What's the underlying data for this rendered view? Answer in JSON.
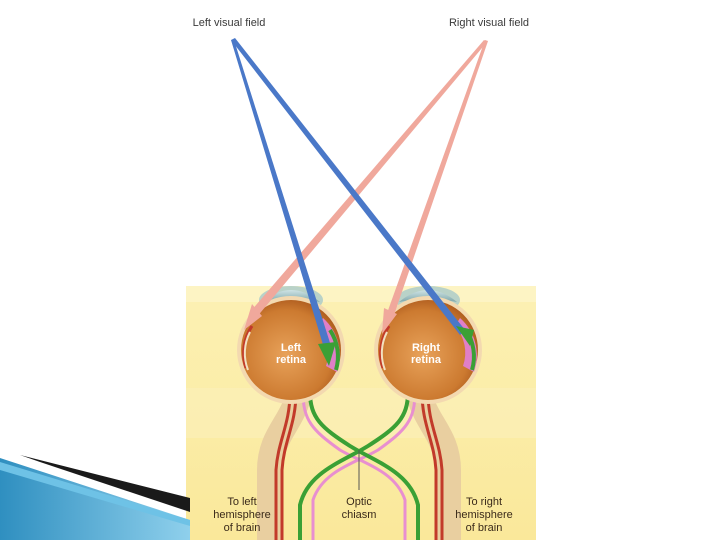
{
  "diagram": {
    "labels": {
      "left_visual_field": "Left visual field",
      "right_visual_field": "Right visual field",
      "left_retina_1": "Left",
      "left_retina_2": "retina",
      "right_retina_1": "Right",
      "right_retina_2": "retina",
      "to_left_1": "To left",
      "to_left_2": "hemisphere",
      "to_left_3": "of brain",
      "optic_1": "Optic",
      "optic_2": "chiasm",
      "to_right_1": "To right",
      "to_right_2": "hemisphere",
      "to_right_3": "of brain"
    },
    "colors": {
      "left_field_ray": "#4a78c8",
      "right_field_ray": "#f0a89c",
      "green_pathway": "#3aa035",
      "pink_pathway": "#e88fd0",
      "red_pathway": "#c23a2a",
      "eyeball": "#d98a3a",
      "background": "#fbeea6"
    }
  }
}
